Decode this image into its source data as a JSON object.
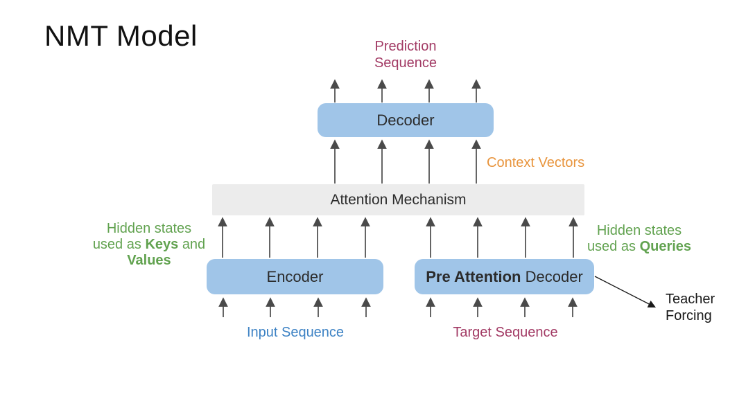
{
  "title": "NMT Model",
  "nodes": {
    "decoder": {
      "label": "Decoder"
    },
    "attention": {
      "label": "Attention Mechanism"
    },
    "encoder": {
      "label": "Encoder"
    },
    "pre_attention_decoder": {
      "label_bold": "Pre Attention",
      "label_rest": "Decoder"
    }
  },
  "labels": {
    "prediction_sequence": {
      "line1": "Prediction",
      "line2": "Sequence"
    },
    "context_vectors": "Context Vectors",
    "left_note": {
      "line1": "Hidden states",
      "line2_pre": "used as",
      "line2_bold": "Keys",
      "line2_post": "and",
      "line3_bold": "Values"
    },
    "right_note": {
      "line1": "Hidden states",
      "line2_pre": "used as",
      "line2_bold": "Queries"
    },
    "input_sequence": "Input Sequence",
    "target_sequence": "Target Sequence",
    "teacher_forcing": {
      "line1": "Teacher",
      "line2": "Forcing"
    }
  },
  "connections": [
    {
      "from": "decoder",
      "to": "prediction-sequence",
      "count": 4
    },
    {
      "from": "attention-mechanism",
      "to": "decoder",
      "count": 4
    },
    {
      "from": "encoder",
      "to": "attention-mechanism",
      "count": 4
    },
    {
      "from": "pre-attention-decoder",
      "to": "attention-mechanism",
      "count": 4
    },
    {
      "from": "input-sequence",
      "to": "encoder",
      "count": 4
    },
    {
      "from": "target-sequence",
      "to": "pre-attention-decoder",
      "count": 4
    },
    {
      "from": "pre-attention-decoder",
      "to": "teacher-forcing",
      "count": 1
    }
  ],
  "colors": {
    "box_blue": "#a0c5e8",
    "box_gray": "#ececec",
    "green_text": "#61a24f",
    "orange_text": "#e8943c",
    "berry_text": "#a23a64",
    "blue_text": "#3d82c4",
    "arrow": "#4a4a4a",
    "dark_text": "#2b2b2b"
  }
}
